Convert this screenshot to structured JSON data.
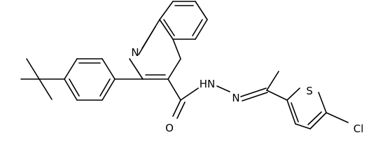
{
  "diagram": {
    "type": "chemical-structure",
    "atom_labels": {
      "quinoline_n": "N",
      "hydrazide_nh": "HN",
      "hydrazone_n": "N",
      "carbonyl_o": "O",
      "thiophene_s": "S",
      "chlorine": "Cl"
    }
  },
  "colors": {
    "background": "#ffffff",
    "ink": "#000000"
  }
}
